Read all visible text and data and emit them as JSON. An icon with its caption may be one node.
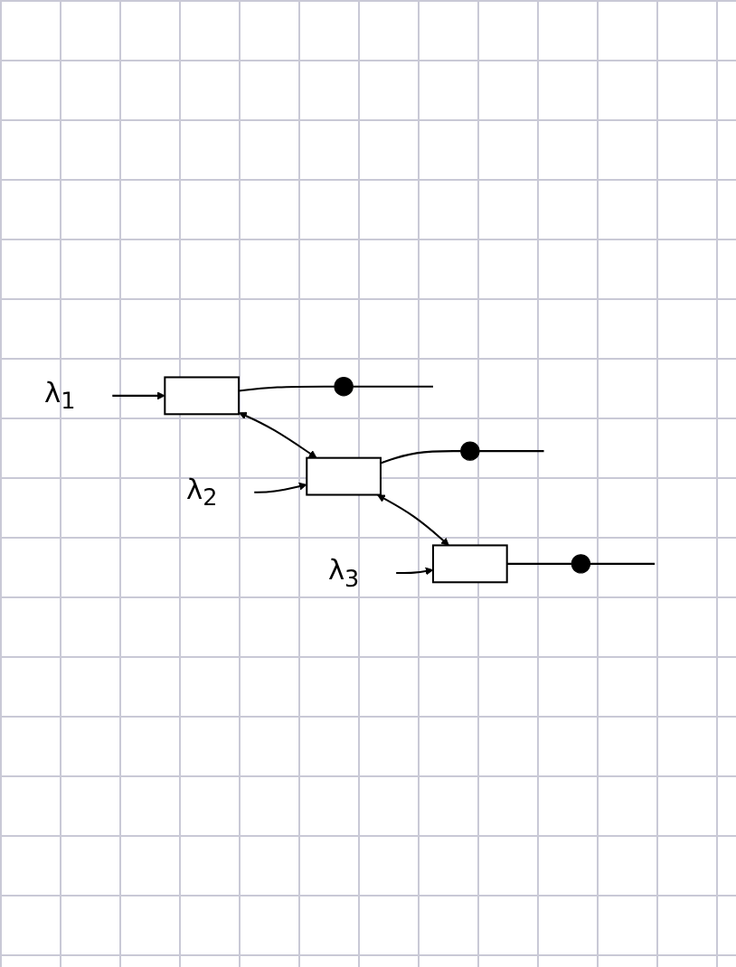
{
  "diagram": {
    "nodes": [
      {
        "text": [
          "λ$_{1}$"
        ]
      },
      {
        "text": [],
        "shape": "box"
      },
      {
        "text": [],
        "shape": "circle"
      },
      {
        "text": [
          "λ$_{2}$"
        ]
      },
      {
        "text": [],
        "shape": "box"
      },
      {
        "text": [],
        "shape": "circle"
      },
      {
        "text": [
          "λ$_{3}$"
        ]
      },
      {
        "text": [],
        "shape": "box"
      },
      {
        "text": [],
        "shape": "circle"
      }
    ],
    "edges": [
      {
        "from": 0,
        "to": 1,
        "arrow": "to"
      },
      {
        "from": 1,
        "to": 2,
        "arrow": "none"
      },
      {
        "from": 2,
        "to": null,
        "arrow": "none"
      },
      {
        "from": 1,
        "to": 4,
        "arrow": "both"
      },
      {
        "from": 3,
        "to": 4,
        "arrow": "to"
      },
      {
        "from": 4,
        "to": 5,
        "arrow": "none"
      },
      {
        "from": 5,
        "to": null,
        "arrow": "none"
      },
      {
        "from": 4,
        "to": 7,
        "arrow": "both"
      },
      {
        "from": 6,
        "to": 7,
        "arrow": "to"
      },
      {
        "from": 7,
        "to": 8,
        "arrow": "none"
      },
      {
        "from": 8,
        "to": null,
        "arrow": "none"
      }
    ]
  }
}
